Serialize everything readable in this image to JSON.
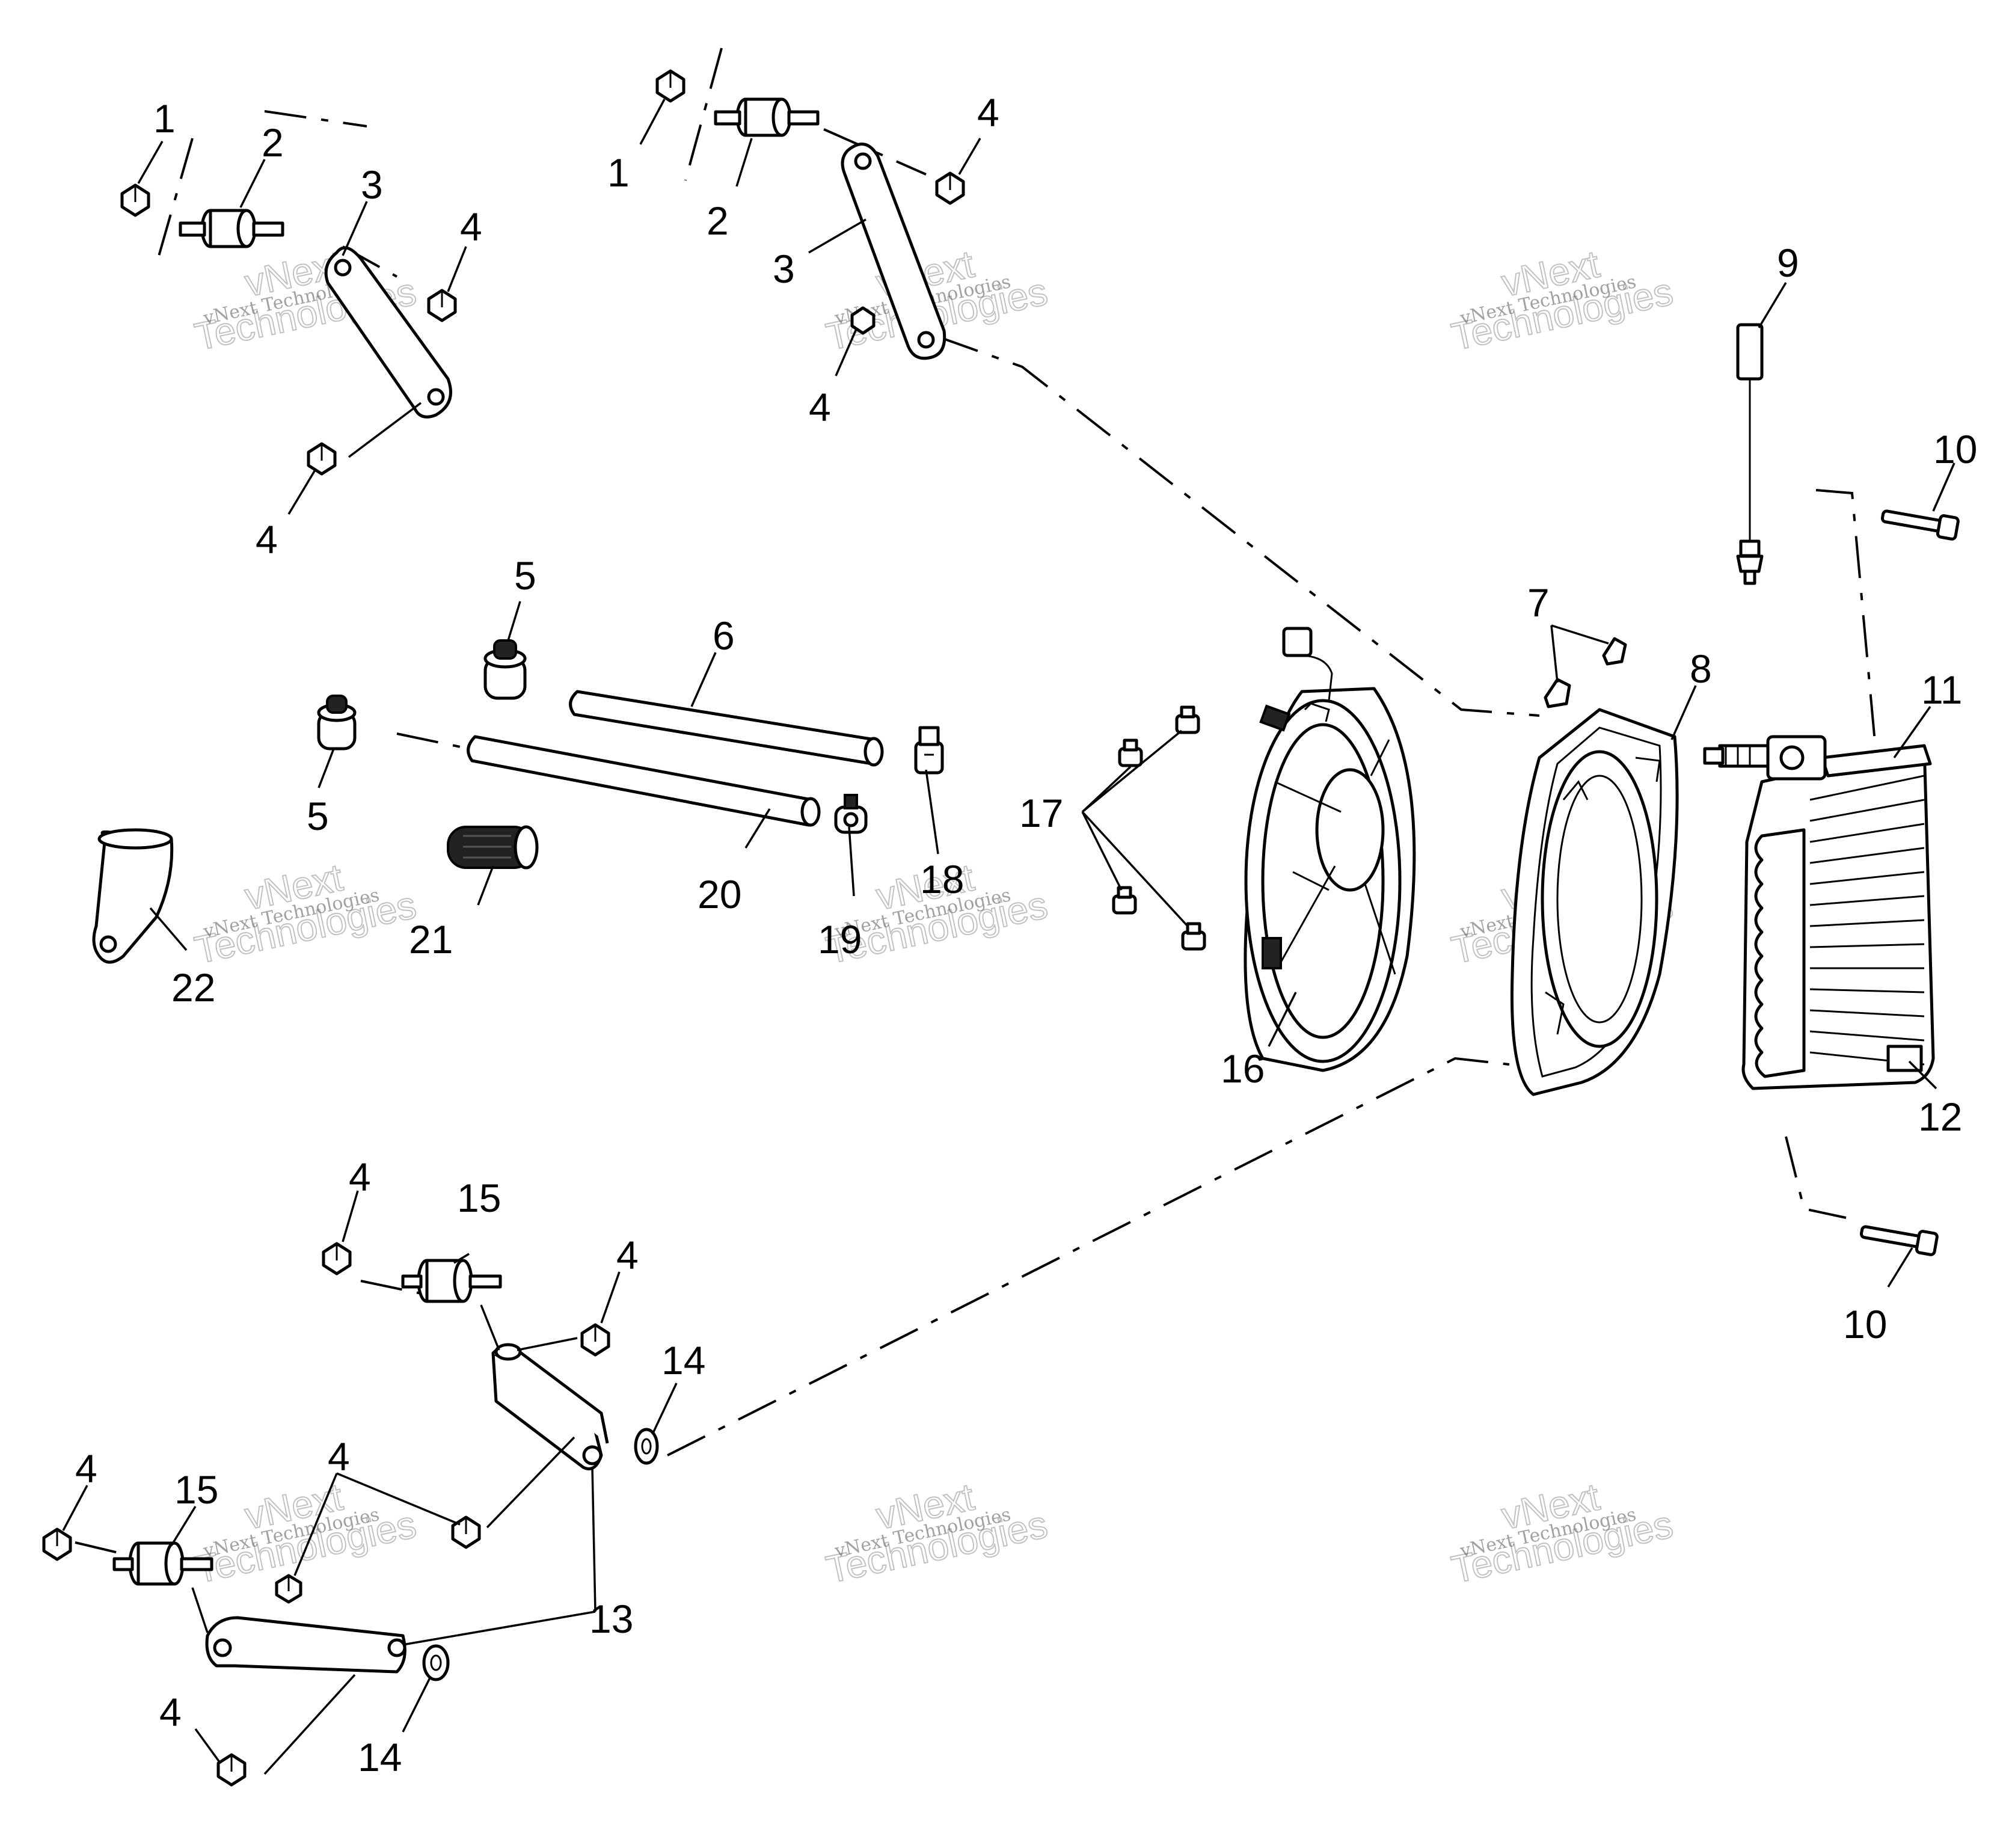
{
  "labels": {
    "l1a": "1",
    "l1b": "1",
    "l2a": "2",
    "l2b": "2",
    "l3a": "3",
    "l3b": "3",
    "l4a": "4",
    "l4b": "4",
    "l4c": "4",
    "l4d": "4",
    "l4e": "4",
    "l4f": "4",
    "l4g": "4",
    "l4h": "4",
    "l4i": "4",
    "l5a": "5",
    "l5b": "5",
    "l6": "6",
    "l7": "7",
    "l8": "8",
    "l9": "9",
    "l10a": "10",
    "l10b": "10",
    "l11": "11",
    "l12": "12",
    "l13": "13",
    "l14a": "14",
    "l14b": "14",
    "l15a": "15",
    "l15b": "15",
    "l16": "16",
    "l17": "17",
    "l18": "18",
    "l19": "19",
    "l20": "20",
    "l21": "21",
    "l22": "22"
  },
  "watermark": {
    "line1": "vNext Technologies",
    "line2": "vNext",
    "line3": "Technologies"
  }
}
